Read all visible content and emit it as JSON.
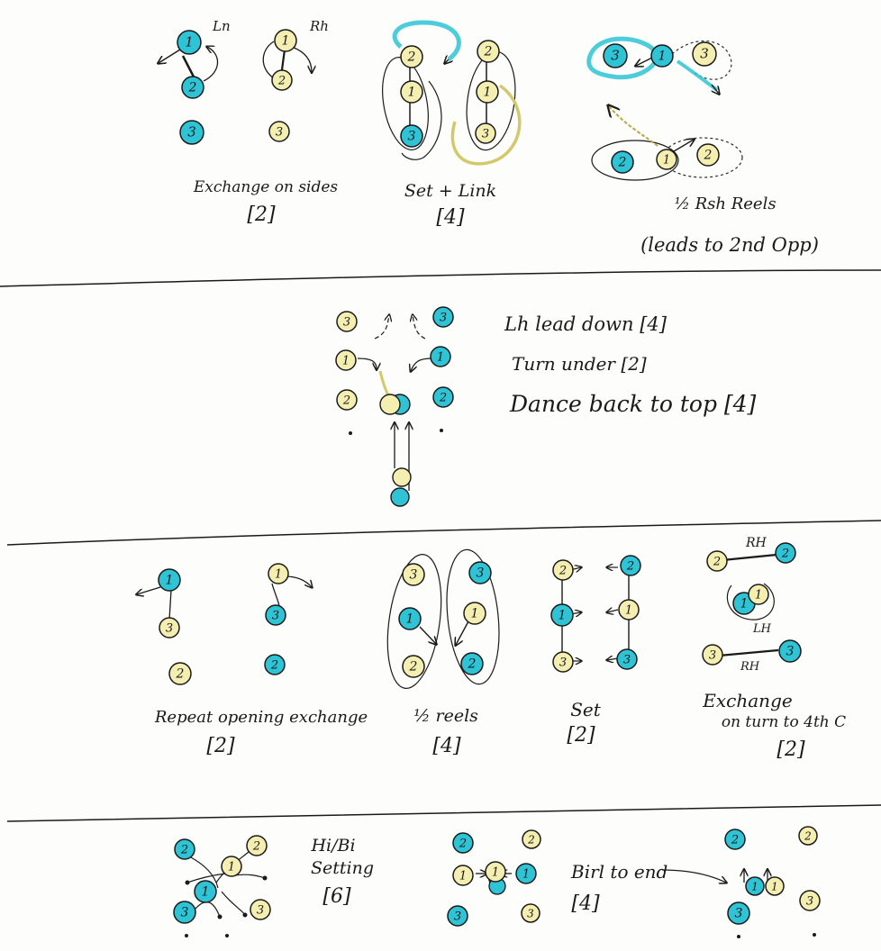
{
  "colors": {
    "cyan": "#2ec4d6",
    "yellow": "#f4efb0",
    "ink": "#1a1a1a",
    "paper": "#fdfdfb"
  },
  "figure1": {
    "ln": "Ln",
    "rh": "Rh",
    "exchange": "Exchange on sides",
    "exchange_bars": "[2]",
    "setlink": "Set + Link",
    "setlink_bars": "[4]",
    "reels": "½ Rsh Reels",
    "reels_note": "(leads to 2nd Opp)"
  },
  "figure2": {
    "lead": "Lh lead down [4]",
    "turn": "Turn under [2]",
    "back": "Dance back to top [4]"
  },
  "figure3": {
    "repeat": "Repeat opening exchange",
    "repeat_bars": "[2]",
    "halfreels": "½ reels",
    "halfreels_bars": "[4]",
    "set": "Set",
    "set_bars": "[2]",
    "rh1": "RH",
    "lh": "LH",
    "rh2": "RH",
    "exch1": "Exchange",
    "exch2": "on turn to 4th C",
    "exch_bars": "[2]"
  },
  "figure4": {
    "hibi1": "Hi/Bi",
    "hibi2": "Setting",
    "hibi_bars": "[6]",
    "birl": "Birl to end",
    "birl_bars": "[4]"
  },
  "dancers": {
    "n1": "1",
    "n2": "2",
    "n3": "3"
  }
}
